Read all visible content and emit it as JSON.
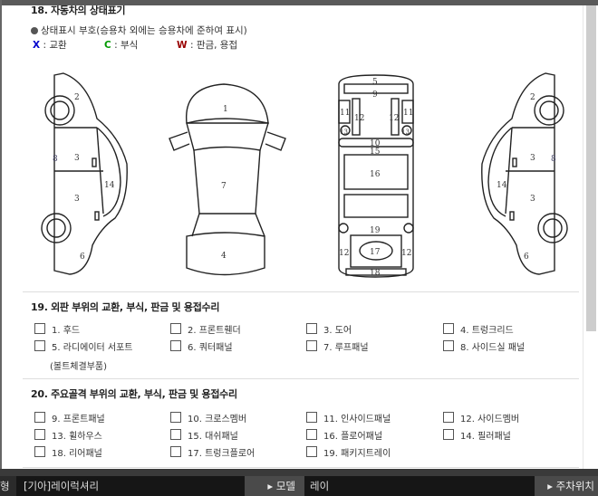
{
  "section18": {
    "title": "18. 자동차의 상태표기",
    "legend_title": "상태표시 부호(승용차 외에는 승용차에 준하여 표시)",
    "codes": [
      {
        "code": "X",
        "label": ": 교환",
        "color": "#0000cc"
      },
      {
        "code": "C",
        "label": ": 부식",
        "color": "#009900"
      },
      {
        "code": "W",
        "label": ": 판금, 용접",
        "color": "#990000"
      }
    ]
  },
  "diagram": {
    "labels": {
      "n1": "1",
      "n2": "2",
      "n3": "3",
      "n4": "4",
      "n5": "5",
      "n6": "6",
      "n7": "7",
      "n8": "8",
      "n9": "9",
      "n10": "10",
      "n11": "11",
      "n12": "12",
      "n13": "13",
      "n14": "14",
      "n15": "15",
      "n16": "16",
      "n17": "17",
      "n18": "18",
      "n19": "19"
    }
  },
  "section19": {
    "title": "19. 외판 부위의 교환, 부식, 판금 및 용접수리",
    "items": [
      "1. 후드",
      "2. 프론트휀더",
      "3. 도어",
      "4. 트렁크리드",
      "5. 라디에이터 서포트",
      "6. 쿼터패널",
      "7. 루프패널",
      "8. 사이드실 패널"
    ],
    "note": "(볼트체결부품)"
  },
  "section20": {
    "title": "20. 주요골격 부위의 교환, 부식, 판금 및 용접수리",
    "items": [
      "9. 프론트패널",
      "10. 크로스멤버",
      "11. 인사이드패널",
      "12. 사이드멤버",
      "13. 휠하우스",
      "15. 대쉬패널",
      "16. 플로어패널",
      "14. 필러패널",
      "18. 리어패널",
      "17. 트렁크플로어",
      "19. 패키지트레이"
    ]
  },
  "bottom_bar": {
    "prev_label": "형",
    "car_name": "[기아]레이럭셔리",
    "model_label": "▸ 모델",
    "model_value": "레이",
    "parking_label": "▸ 주차위치"
  }
}
